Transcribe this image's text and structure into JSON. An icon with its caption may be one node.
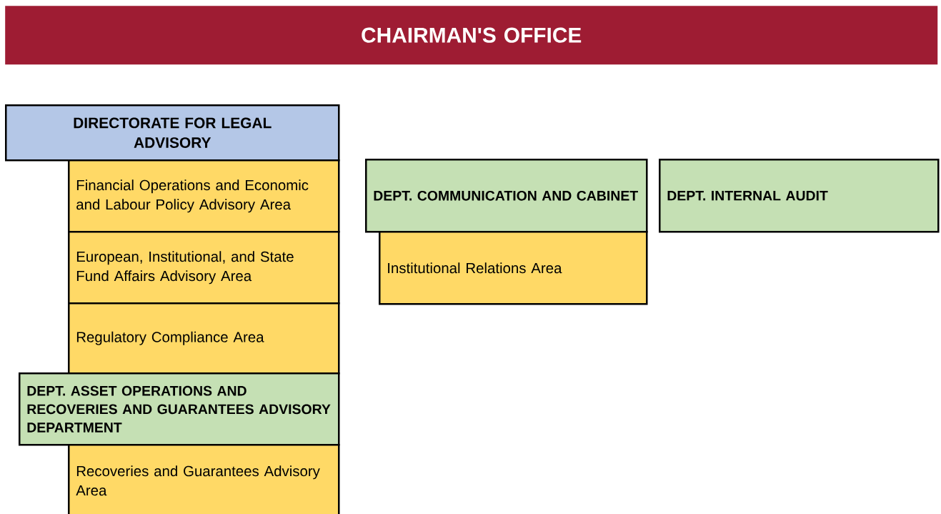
{
  "diagram": {
    "nodes": [
      {
        "text": [
          "CHAIRMAN'S OFFICE"
        ]
      },
      {
        "text": [
          "DIRECTORATE FOR LEGAL ADVISORY"
        ]
      },
      {
        "text": [
          "Financial Operations and Economic and Labour Policy Advisory Area"
        ]
      },
      {
        "text": [
          "European, Institutional, and State Fund Affairs Advisory Area"
        ]
      },
      {
        "text": [
          "Regulatory Compliance Area"
        ]
      },
      {
        "text": [
          "DEPT. ASSET OPERATIONS AND RECOVERIES AND GUARANTEES ADVISORY DEPARTMENT"
        ]
      },
      {
        "text": [
          "Recoveries and Guarantees Advisory Area"
        ]
      },
      {
        "text": [
          "DEPT. COMMUNICATION AND CABINET"
        ]
      },
      {
        "text": [
          "Institutional Relations Area"
        ]
      },
      {
        "text": [
          "DEPT. INTERNAL AUDIT"
        ]
      }
    ]
  }
}
